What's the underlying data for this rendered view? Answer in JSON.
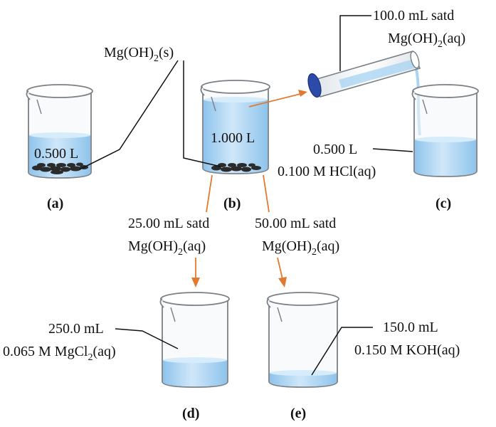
{
  "colors": {
    "liquid": "#aad4f3",
    "liquid_top": "#d7ecfb",
    "arrow": "#e07a30",
    "solid": "#2b2b2b",
    "outline": "#7b8087"
  },
  "labels": {
    "solid": {
      "pre": "Mg(OH)",
      "sub": "2",
      "post": "(s)"
    },
    "pour_line1": "100.0 mL satd",
    "pour_line2": {
      "pre": "Mg(OH)",
      "sub": "2",
      "post": "(aq)"
    },
    "beaker_a_volume": "0.500 L",
    "beaker_b_volume": "1.000 L",
    "beaker_c_line1": "0.500 L",
    "beaker_c_line2": "0.100 M HCl(aq)",
    "to_d_line1": "25.00 mL satd",
    "to_d_line2": {
      "pre": "Mg(OH)",
      "sub": "2",
      "post": "(aq)"
    },
    "to_e_line1": "50.00 mL satd",
    "to_e_line2": {
      "pre": "Mg(OH)",
      "sub": "2",
      "post": "(aq)"
    },
    "beaker_d_line1": "250.0 mL",
    "beaker_d_line2": {
      "pre": "0.065 M MgCl",
      "sub": "2",
      "post": "(aq)"
    },
    "beaker_e_line1": "150.0 mL",
    "beaker_e_line2": "0.150 M KOH(aq)"
  },
  "beakers": [
    {
      "id": "a",
      "caption": "(a)",
      "fill_level": 0.55
    },
    {
      "id": "b",
      "caption": "(b)",
      "fill_level": 1.0
    },
    {
      "id": "c",
      "caption": "(c)",
      "fill_level": 0.45
    },
    {
      "id": "d",
      "caption": "(d)",
      "fill_level": 0.28
    },
    {
      "id": "e",
      "caption": "(e)",
      "fill_level": 0.12
    }
  ]
}
